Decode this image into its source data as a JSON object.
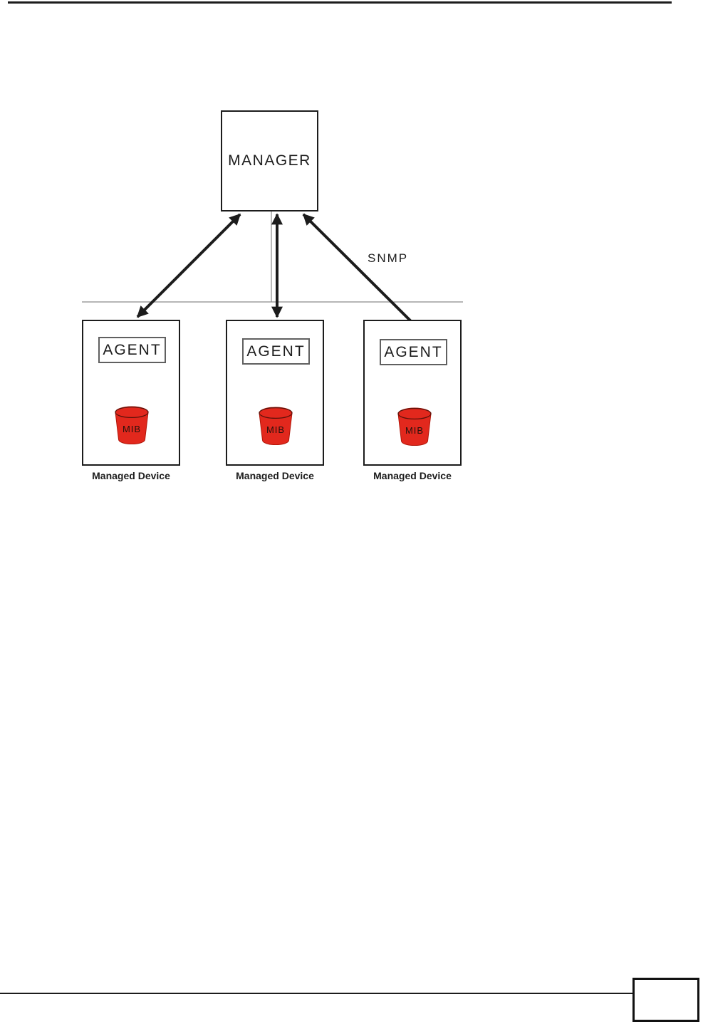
{
  "diagram": {
    "manager_label": "MANAGER",
    "snmp_label": "SNMP",
    "devices": [
      {
        "agent_label": "AGENT",
        "mib_label": "MIB",
        "device_label": "Managed Device"
      },
      {
        "agent_label": "AGENT",
        "mib_label": "MIB",
        "device_label": "Managed Device"
      },
      {
        "agent_label": "AGENT",
        "mib_label": "MIB",
        "device_label": "Managed Device"
      }
    ],
    "colors": {
      "mib_red": "#e2281d",
      "mib_text": "#26110c",
      "line_black": "#1c1c1c",
      "thin_line_gray": "#8a8a8a",
      "agent_border_gray": "#606060"
    }
  }
}
